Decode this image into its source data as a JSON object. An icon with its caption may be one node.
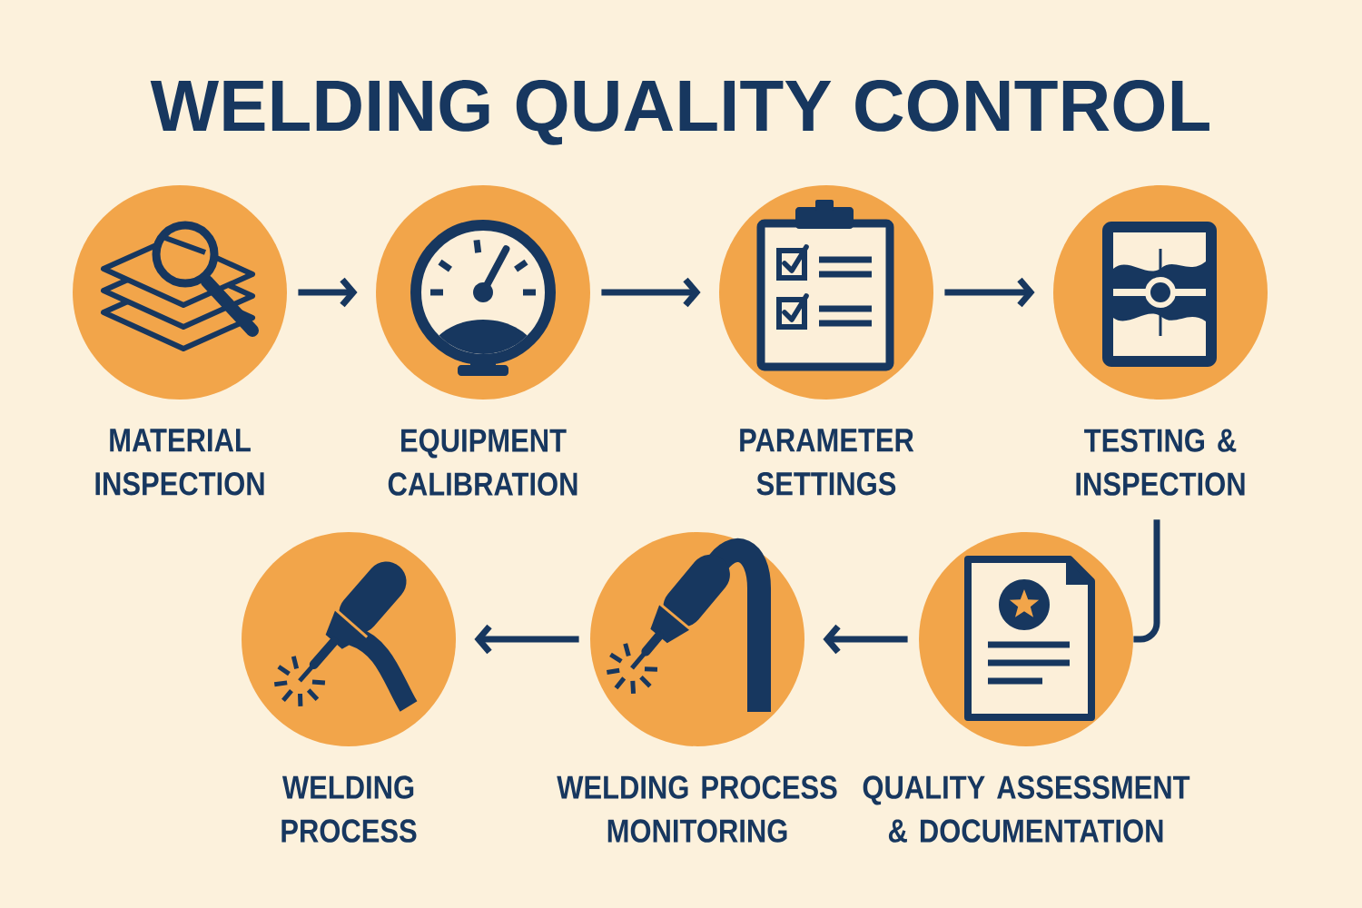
{
  "diagram": {
    "title": "WELDING QUALITY CONTROL",
    "nodes": [
      {
        "text": [
          "MATERIAL INSPECTION"
        ]
      },
      {
        "text": [
          "EQUIPMENT CALIBRATION"
        ]
      },
      {
        "text": [
          "PARAMETER SETTINGS"
        ]
      },
      {
        "text": [
          "TESTING & INSPECTION"
        ]
      },
      {
        "text": [
          "WELDING PROCESS"
        ]
      },
      {
        "text": [
          "WELDING PROCESS MONITORING"
        ]
      },
      {
        "text": [
          "QUALITY ASSESSMENT & DOCUMENTATION"
        ]
      }
    ],
    "edges": [
      {
        "from": 0,
        "to": 1,
        "arrow": "to"
      },
      {
        "from": 1,
        "to": 2,
        "arrow": "to"
      },
      {
        "from": 2,
        "to": 3,
        "arrow": "to"
      },
      {
        "from": 3,
        "to": 6,
        "arrow": "none"
      },
      {
        "from": 6,
        "to": 5,
        "arrow": "to"
      },
      {
        "from": 5,
        "to": 4,
        "arrow": "to"
      }
    ]
  }
}
